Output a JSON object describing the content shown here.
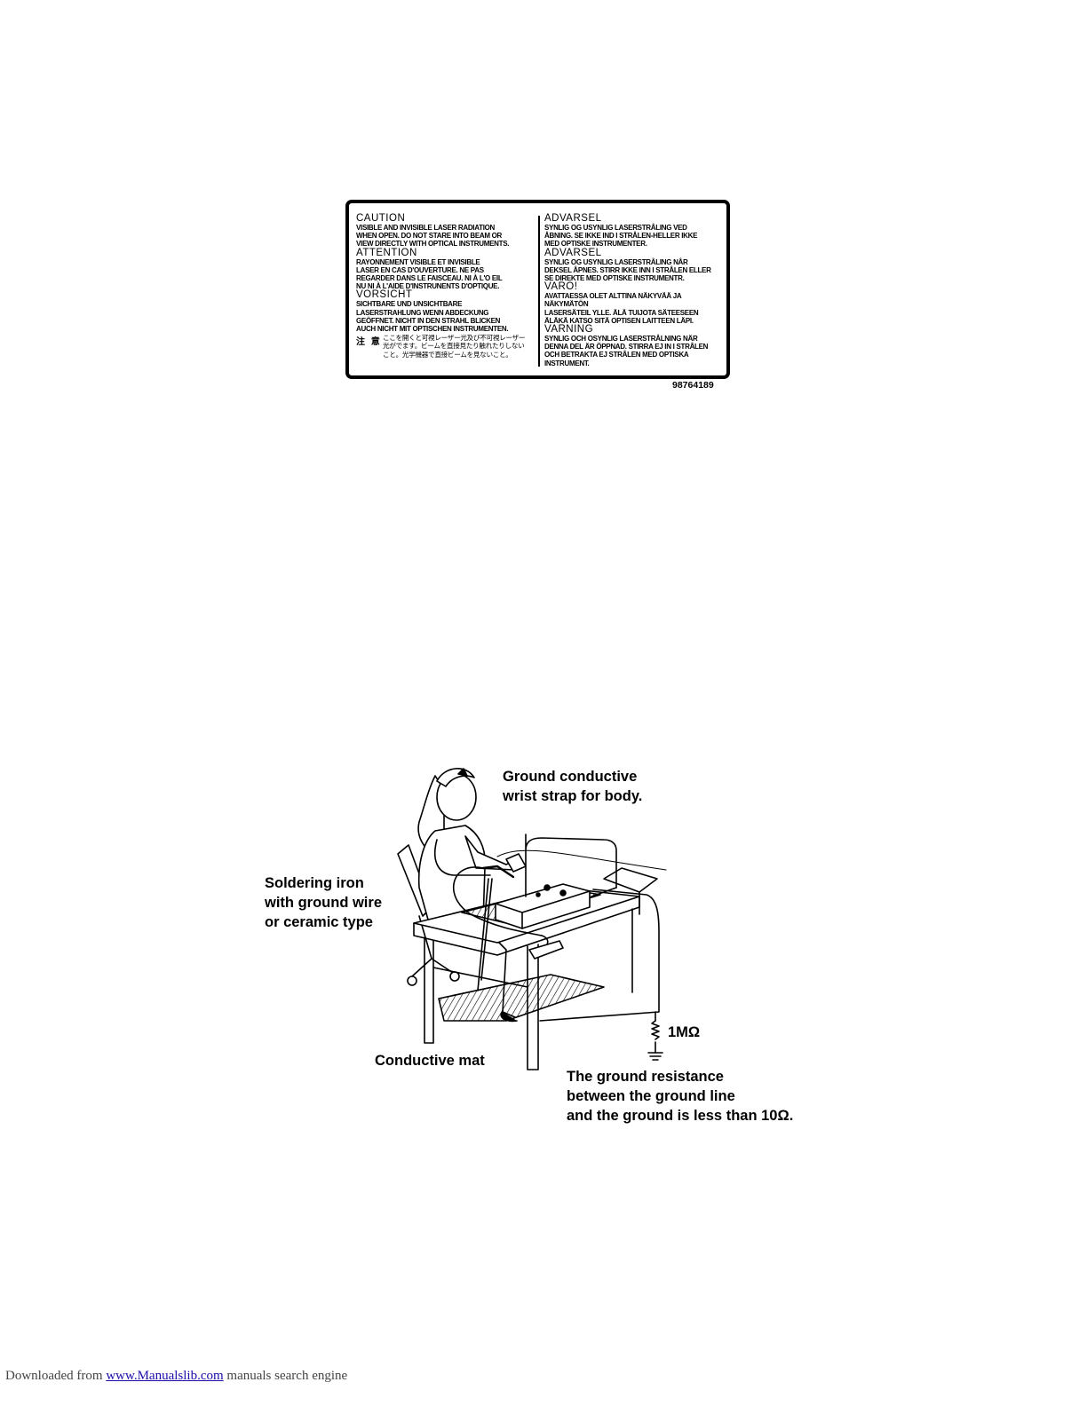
{
  "caution_label": {
    "left": [
      {
        "heading": "CAUTION",
        "text": "VISIBLE AND INVISIBLE LASER RADIATION\nWHEN OPEN. DO NOT STARE INTO BEAM OR\nVIEW DIRECTLY WITH OPTICAL INSTRUMENTS."
      },
      {
        "heading": "ATTENTION",
        "text": "RAYONNEMENT VISIBLE ET INVISIBLE\nLASER EN CAS D'OUVERTURE. NE PAS\nREGARDER DANS LE FAISCEAU. NI À L'O EIL\nNU NI À L'AIDE D'INSTRUNENTS D'OPTIQUE."
      },
      {
        "heading": "VORSICHT",
        "text": "SICHTBARE UND UNSICHTBARE\nLASERSTRAHLUNG WENN ABDECKUNG\nGEÖFFNET. NICHT IN DEN STRAHL BLICKEN\nAUCH NICHT MIT OPTISCHEN INSTRUMENTEN."
      }
    ],
    "japanese": {
      "heading": "注 意",
      "text": "ここを開くと可視レーザー光及び不可視レーザー\n光がでます。ビームを直接見たり触れたりしない\nこと。光学機器で直接ビームを見ないこと。"
    },
    "right": [
      {
        "heading": "ADVARSEL",
        "text": "SYNLIG OG USYNLIG LASERSTRÅLING VED\nÅBNING. SE IKKE IND I STRÅLEN-HELLER IKKE\nMED OPTISKE INSTRUMENTER."
      },
      {
        "heading": "ADVARSEL",
        "text": "SYNLIG OG USYNLIG LASERSTRÅLING NÅR\nDEKSEL ÅPNES. STIRR IKKE INN I STRÅLEN ELLER\nSE DIREKTE MED OPTISKE INSTRUMENTR."
      },
      {
        "heading": "VARO!",
        "text": "AVATTAESSA OLET ALTTINA NÄKYVÄÄ JA NÄKYMÄTÖN\nLASERSÄTEIL YLLE. ÄLÄ TUIJOTA SÄTEESEEN\nÄLÄKÄ KATSO SITÄ OPTISEN LAITTEEN LÄPI."
      },
      {
        "heading": "VARNING",
        "text": "SYNLIG OCH OSYNLIG LASERSTRÅLNING NÄR\nDENNA DEL ÄR ÖPPNAD. STIRRA EJ IN I STRÅLEN\nOCH BETRAKTA EJ STRÅLEN MED OPTISKA\nINSTRUMENT."
      }
    ],
    "part_number": "98764189"
  },
  "esd_figure": {
    "wrist_strap": "Ground conductive\nwrist strap for body.",
    "soldering_iron": "Soldering iron\nwith ground wire\nor ceramic type",
    "resistor": "1MΩ",
    "conductive_mat": "Conductive mat",
    "ground_resistance": "The ground resistance\nbetween the ground line\nand the ground is less than 10Ω."
  },
  "footer": {
    "prefix": "Downloaded from ",
    "link": "www.Manualslib.com",
    "suffix": "  manuals search engine"
  }
}
